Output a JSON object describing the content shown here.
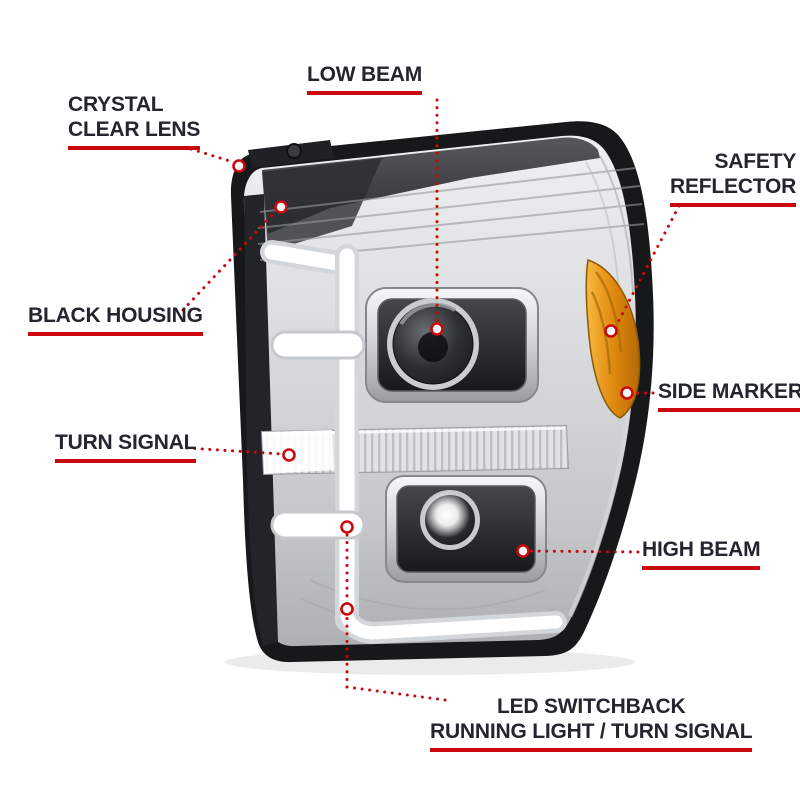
{
  "colors": {
    "accent_red": "#c9090d",
    "label_text": "#23262d",
    "amber": "#e08a10",
    "chrome": "#d2d4d7",
    "housing_black": "#17181a"
  },
  "callouts": {
    "low_beam": {
      "label": "LOW BEAM"
    },
    "crystal_clear_lens": {
      "line1": "CRYSTAL",
      "line2": "CLEAR LENS"
    },
    "safety_reflector": {
      "line1": "SAFETY",
      "line2": "REFLECTOR"
    },
    "black_housing": {
      "label": "BLACK HOUSING"
    },
    "side_marker": {
      "label": "SIDE MARKER"
    },
    "turn_signal": {
      "label": "TURN SIGNAL"
    },
    "high_beam": {
      "label": "HIGH BEAM"
    },
    "led_switchback": {
      "line1": "LED SWITCHBACK",
      "line2": "RUNNING LIGHT / TURN SIGNAL"
    }
  }
}
